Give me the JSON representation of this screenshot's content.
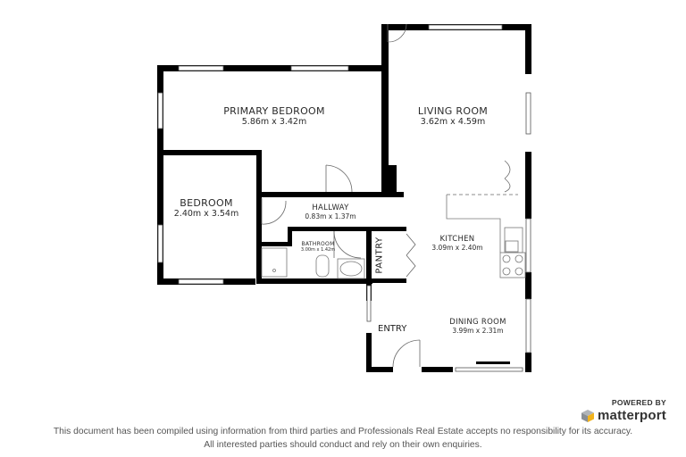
{
  "floorplan": {
    "rooms": [
      {
        "id": "primary-bedroom",
        "name": "PRIMARY BEDROOM",
        "dimensions": "5.86m x 3.42m"
      },
      {
        "id": "living-room",
        "name": "LIVING ROOM",
        "dimensions": "3.62m x 4.59m"
      },
      {
        "id": "bedroom",
        "name": "BEDROOM",
        "dimensions": "2.40m x 3.54m"
      },
      {
        "id": "hallway",
        "name": "HALLWAY",
        "dimensions": "0.83m x 1.37m"
      },
      {
        "id": "bathroom",
        "name": "BATHROOM",
        "dimensions": "3.00m x 1.42m"
      },
      {
        "id": "kitchen",
        "name": "KITCHEN",
        "dimensions": "3.09m x 2.40m"
      },
      {
        "id": "dining-room",
        "name": "DINING ROOM",
        "dimensions": "3.99m x 2.31m"
      }
    ],
    "unlabeled_rooms": {
      "pantry": "PANTRY",
      "entry": "ENTRY"
    },
    "colors": {
      "wall": "#000000",
      "window": "#ffffff",
      "fixture_line": "#777777",
      "text": "#2a2a2a"
    }
  },
  "branding": {
    "powered_by": "POWERED BY",
    "name": "matterport",
    "logo_icon": "matterport-cube-icon"
  },
  "disclaimer": {
    "line1": "This document has been compiled using information from third parties and Professionals Real Estate accepts no responsibility for its accuracy.",
    "line2": "All interested parties should conduct and rely on their own enquiries."
  }
}
